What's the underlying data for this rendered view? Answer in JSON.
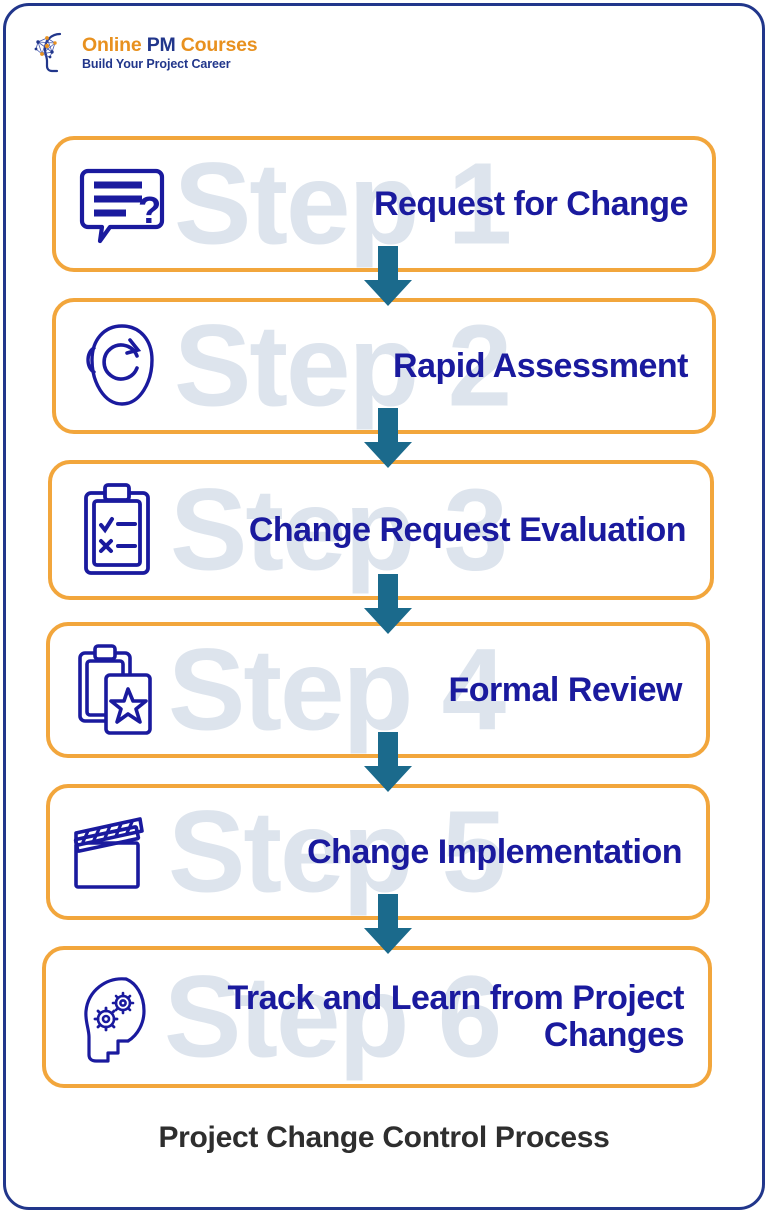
{
  "logo": {
    "icon": "head-network-icon",
    "word_online": "Online",
    "word_pm": " PM ",
    "word_courses": "Courses",
    "tagline": "Build Your Project Career",
    "color_orange": "#e8911f",
    "color_navy": "#21368b"
  },
  "theme": {
    "frame_border": "#21368b",
    "card_border": "#f2a63c",
    "title_color": "#1a1a9e",
    "watermark_color": "#dde4ed",
    "arrow_color": "#1b6a8c",
    "caption_color": "#2e2e2e",
    "background": "#ffffff"
  },
  "steps": [
    {
      "watermark": "Step 1",
      "title": "Request for Change",
      "icon": "speech-bubble-question-icon"
    },
    {
      "watermark": "Step 2",
      "title": "Rapid Assessment",
      "icon": "head-refresh-icon"
    },
    {
      "watermark": "Step 3",
      "title": "Change Request Evaluation",
      "icon": "clipboard-check-cross-icon"
    },
    {
      "watermark": "Step 4",
      "title": "Formal Review",
      "icon": "clipboard-star-icon"
    },
    {
      "watermark": "Step 5",
      "title": "Change Implementation",
      "icon": "clapperboard-icon"
    },
    {
      "watermark": "Step 6",
      "title": "Track and Learn from Project Changes",
      "icon": "head-gears-icon"
    }
  ],
  "connectors": {
    "icon": "arrow-down-icon",
    "count": 5
  },
  "caption": "Project Change Control Process"
}
